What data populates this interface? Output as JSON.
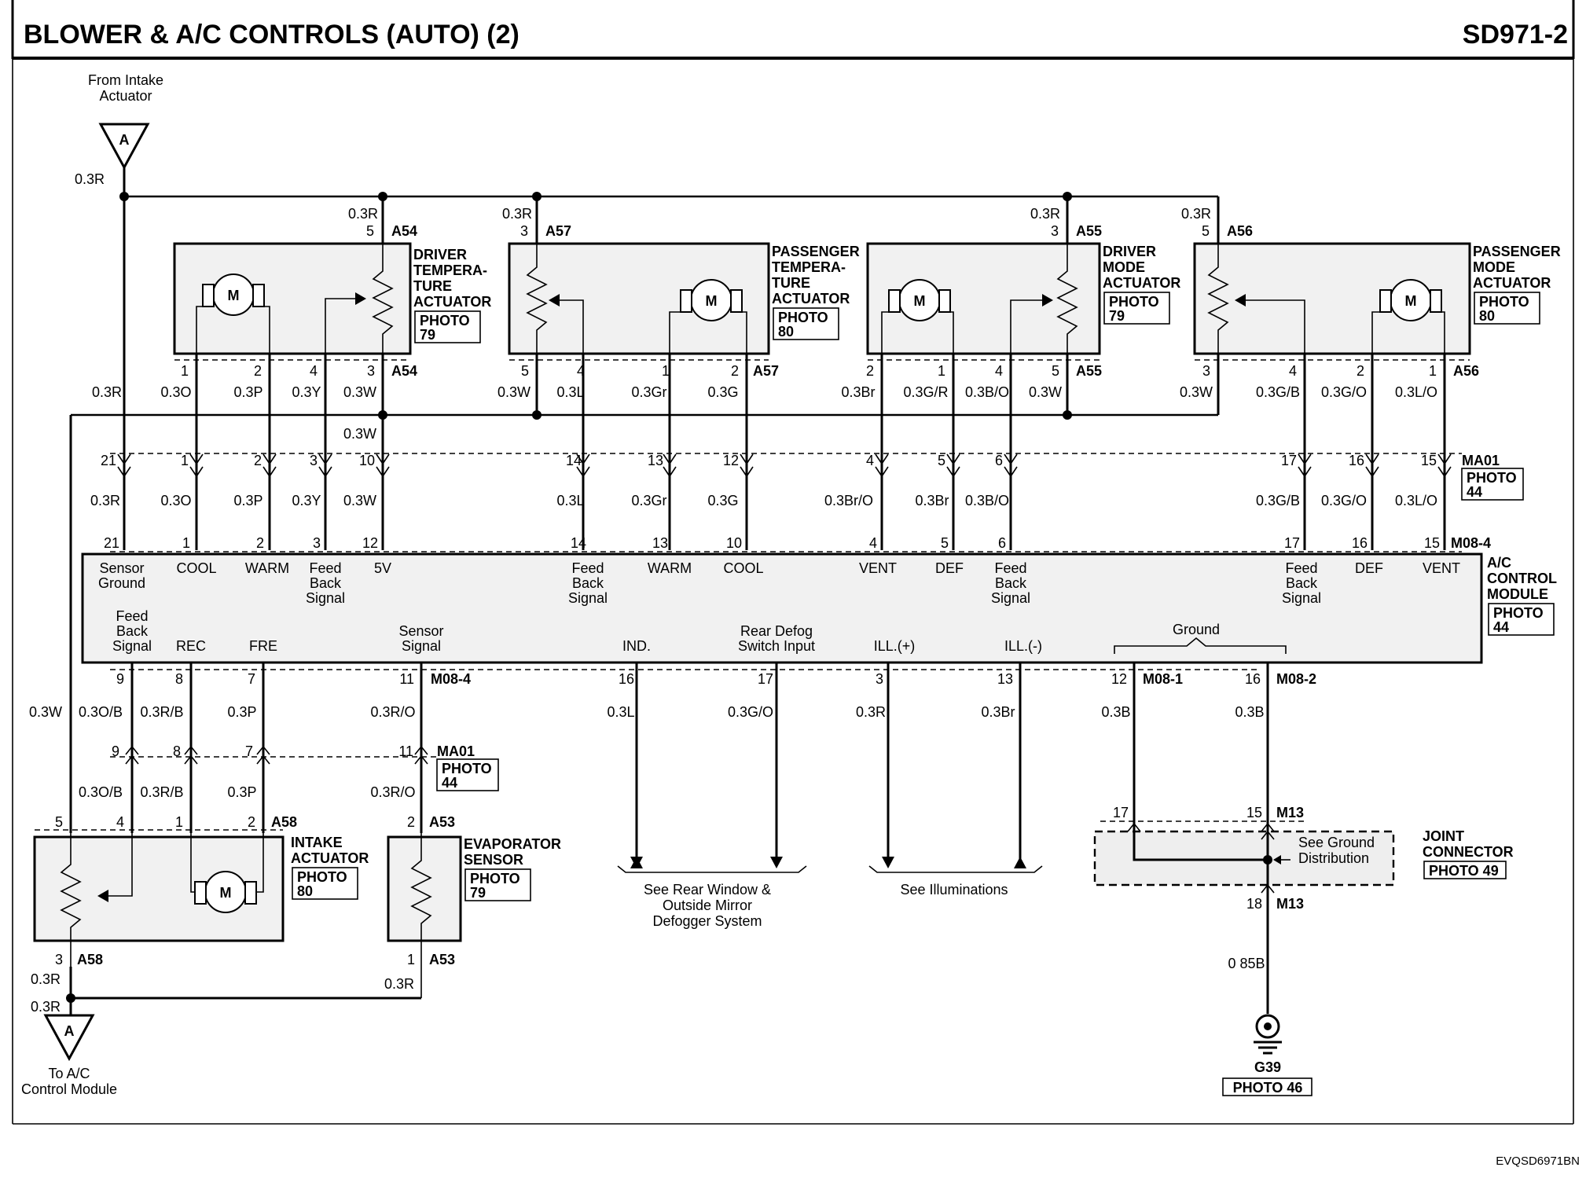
{
  "header": {
    "title": "BLOWER & A/C CONTROLS (AUTO) (2)",
    "code": "SD971-2"
  },
  "footer": {
    "ref": "EVQSD6971BN"
  },
  "from_intake": {
    "line1": "From Intake",
    "line2": "Actuator",
    "connector_letter": "A",
    "wire": "0.3R"
  },
  "to_acm": {
    "line1": "To A/C",
    "line2": "Control Module",
    "connector_letter": "A"
  },
  "components": {
    "a54": {
      "l1": "DRIVER",
      "l2": "TEMPERA-",
      "l3": "TURE",
      "l4": "ACTUATOR",
      "photo1": "PHOTO",
      "photo2": "79",
      "conn": "A54",
      "motor": "M"
    },
    "a57": {
      "l1": "PASSENGER",
      "l2": "TEMPERA-",
      "l3": "TURE",
      "l4": "ACTUATOR",
      "photo1": "PHOTO",
      "photo2": "80",
      "conn": "A57",
      "motor": "M"
    },
    "a55": {
      "l1": "DRIVER",
      "l2": "MODE",
      "l3": "ACTUATOR",
      "photo1": "PHOTO",
      "photo2": "79",
      "conn": "A55",
      "motor": "M"
    },
    "a56": {
      "l1": "PASSENGER",
      "l2": "MODE",
      "l3": "ACTUATOR",
      "photo1": "PHOTO",
      "photo2": "80",
      "conn": "A56",
      "motor": "M"
    },
    "a58": {
      "l1": "INTAKE",
      "l2": "ACTUATOR",
      "photo1": "PHOTO",
      "photo2": "80",
      "conn": "A58",
      "motor": "M"
    },
    "a53": {
      "l1": "EVAPORATOR",
      "l2": "SENSOR",
      "photo1": "PHOTO",
      "photo2": "79",
      "conn": "A53"
    },
    "acm": {
      "l1": "A/C",
      "l2": "CONTROL",
      "l3": "MODULE",
      "photo1": "PHOTO",
      "photo2": "44"
    },
    "ma01": {
      "conn": "MA01",
      "photo1": "PHOTO",
      "photo2": "44"
    },
    "jc": {
      "l1": "JOINT",
      "l2": "CONNECTOR",
      "photo": "PHOTO 49",
      "see1": "See Ground",
      "see2": "Distribution"
    },
    "g39": {
      "label": "G39",
      "photo": "PHOTO 46"
    }
  },
  "connectors": {
    "m08_4": "M08-4",
    "m08_1": "M08-1",
    "m08_2": "M08-2",
    "m13": "M13"
  },
  "wires": {
    "r03": "0.3R",
    "w03": "0.3W",
    "o03": "0.3O",
    "p03": "0.3P",
    "y03": "0.3Y",
    "l03": "0.3L",
    "gr03": "0.3Gr",
    "g03": "0.3G",
    "br03": "0.3Br",
    "gr_r": "0.3G/R",
    "b_o": "0.3B/O",
    "br_o": "0.3Br/O",
    "g_b": "0.3G/B",
    "g_o": "0.3G/O",
    "l_o": "0.3L/O",
    "o_b": "0.3O/B",
    "r_b": "0.3R/B",
    "r_o": "0.3R/O",
    "g_o2": "0.3G/O",
    "b03": "0.3B",
    "b085": "0 85B"
  },
  "pins": {
    "p1": "1",
    "p2": "2",
    "p3": "3",
    "p4": "4",
    "p5": "5",
    "p6": "6",
    "p7": "7",
    "p8": "8",
    "p9": "9",
    "p10": "10",
    "p11": "11",
    "p12": "12",
    "p13": "13",
    "p14": "14",
    "p15": "15",
    "p16": "16",
    "p17": "17",
    "p18": "18",
    "p21": "21"
  },
  "acm_pins_top": {
    "sensor_ground_1": "Sensor",
    "sensor_ground_2": "Ground",
    "cool": "COOL",
    "warm": "WARM",
    "feed_1": "Feed",
    "feed_2": "Back",
    "feed_3": "Signal",
    "v5": "5V",
    "vent": "VENT",
    "def": "DEF"
  },
  "acm_pins_bottom": {
    "rec": "REC",
    "fre": "FRE",
    "sensor_signal_1": "Sensor",
    "sensor_signal_2": "Signal",
    "ind": "IND.",
    "rear_defog_1": "Rear Defog",
    "rear_defog_2": "Switch Input",
    "ill_plus": "ILL.(+)",
    "ill_minus": "ILL.(-)",
    "ground": "Ground"
  },
  "refs": {
    "rear_window_1": "See Rear Window &",
    "rear_window_2": "Outside Mirror",
    "rear_window_3": "Defogger System",
    "illum": "See Illuminations"
  }
}
